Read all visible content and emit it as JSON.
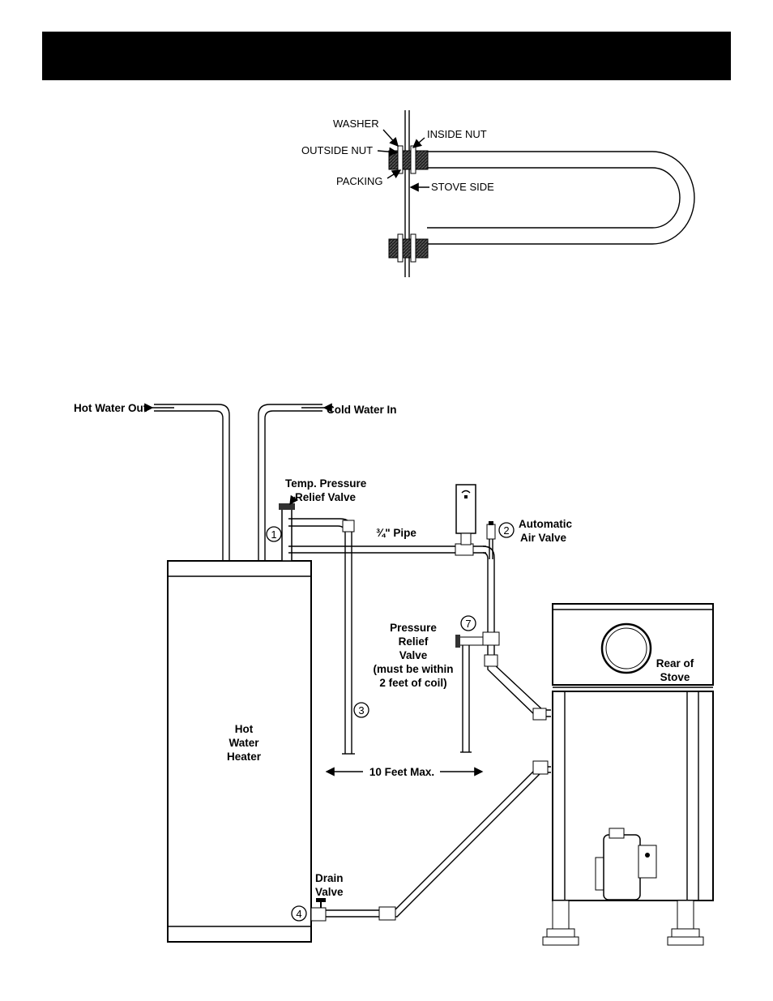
{
  "coil_diagram": {
    "labels": {
      "washer": "WASHER",
      "inside_nut": "INSIDE  NUT",
      "outside_nut": "OUTSIDE NUT",
      "packing": "PACKING",
      "stove_side": "STOVE SIDE"
    }
  },
  "installation_diagram": {
    "labels": {
      "hot_water_out": "Hot Water Out",
      "cold_water_in": "Cold Water In",
      "temp_pressure_line1": "Temp. Pressure",
      "temp_pressure_line2": "Relief Valve",
      "pipe_size": "¾\" Pipe",
      "auto_air_line1": "Automatic",
      "auto_air_line2": "Air Valve",
      "pressure_relief_line1": "Pressure",
      "pressure_relief_line2": "Relief",
      "pressure_relief_line3": "Valve",
      "pressure_relief_line4": "(must be within",
      "pressure_relief_line5": "2 feet of coil)",
      "rear_line1": "Rear of",
      "rear_line2": "Stove",
      "heater_line1": "Hot",
      "heater_line2": "Water",
      "heater_line3": "Heater",
      "distance": "10 Feet Max.",
      "drain_line1": "Drain",
      "drain_line2": "Valve"
    },
    "markers": {
      "m1": "1",
      "m2": "2",
      "m3": "3",
      "m4": "4",
      "m7": "7"
    }
  }
}
